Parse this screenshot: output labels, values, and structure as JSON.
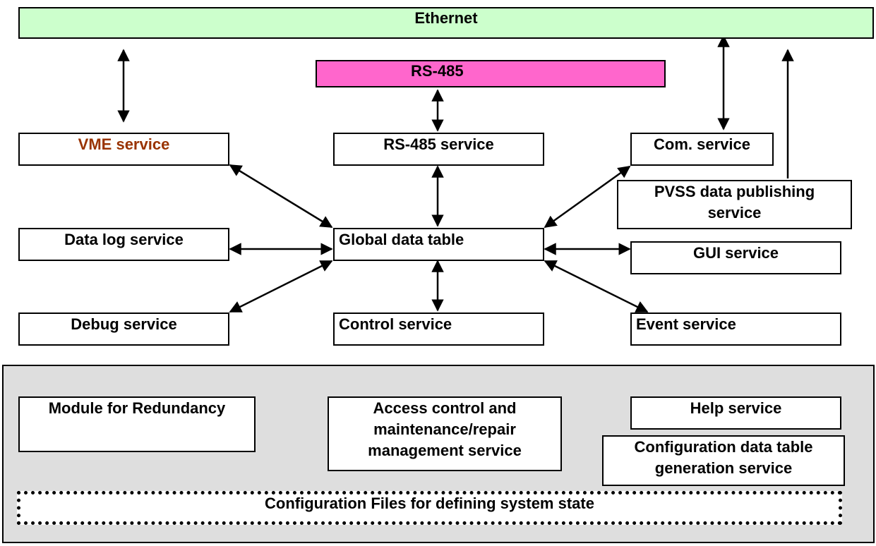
{
  "bus": {
    "ethernet": "Ethernet",
    "rs485": "RS-485"
  },
  "services": {
    "vme": "VME service",
    "rs485": "RS-485 service",
    "com": "Com. service",
    "pvss_line1": "PVSS data publishing",
    "pvss_line2": "service",
    "datalog": "Data log service",
    "global": "Global data table",
    "gui": "GUI service",
    "debug": "Debug service",
    "control": "Control service",
    "event": "Event service"
  },
  "support": {
    "redundancy": "Module for Redundancy",
    "access_line1": "Access control and",
    "access_line2": "maintenance/repair",
    "access_line3": "management service",
    "help": "Help service",
    "config_gen_line1": "Configuration data table",
    "config_gen_line2": "generation service",
    "config_files": "Configuration Files for defining system state"
  },
  "colors": {
    "ethernet_fill": "#ccffcc",
    "rs485_fill": "#ff66cc",
    "vme_text": "#993300",
    "panel_fill": "#dedede"
  }
}
